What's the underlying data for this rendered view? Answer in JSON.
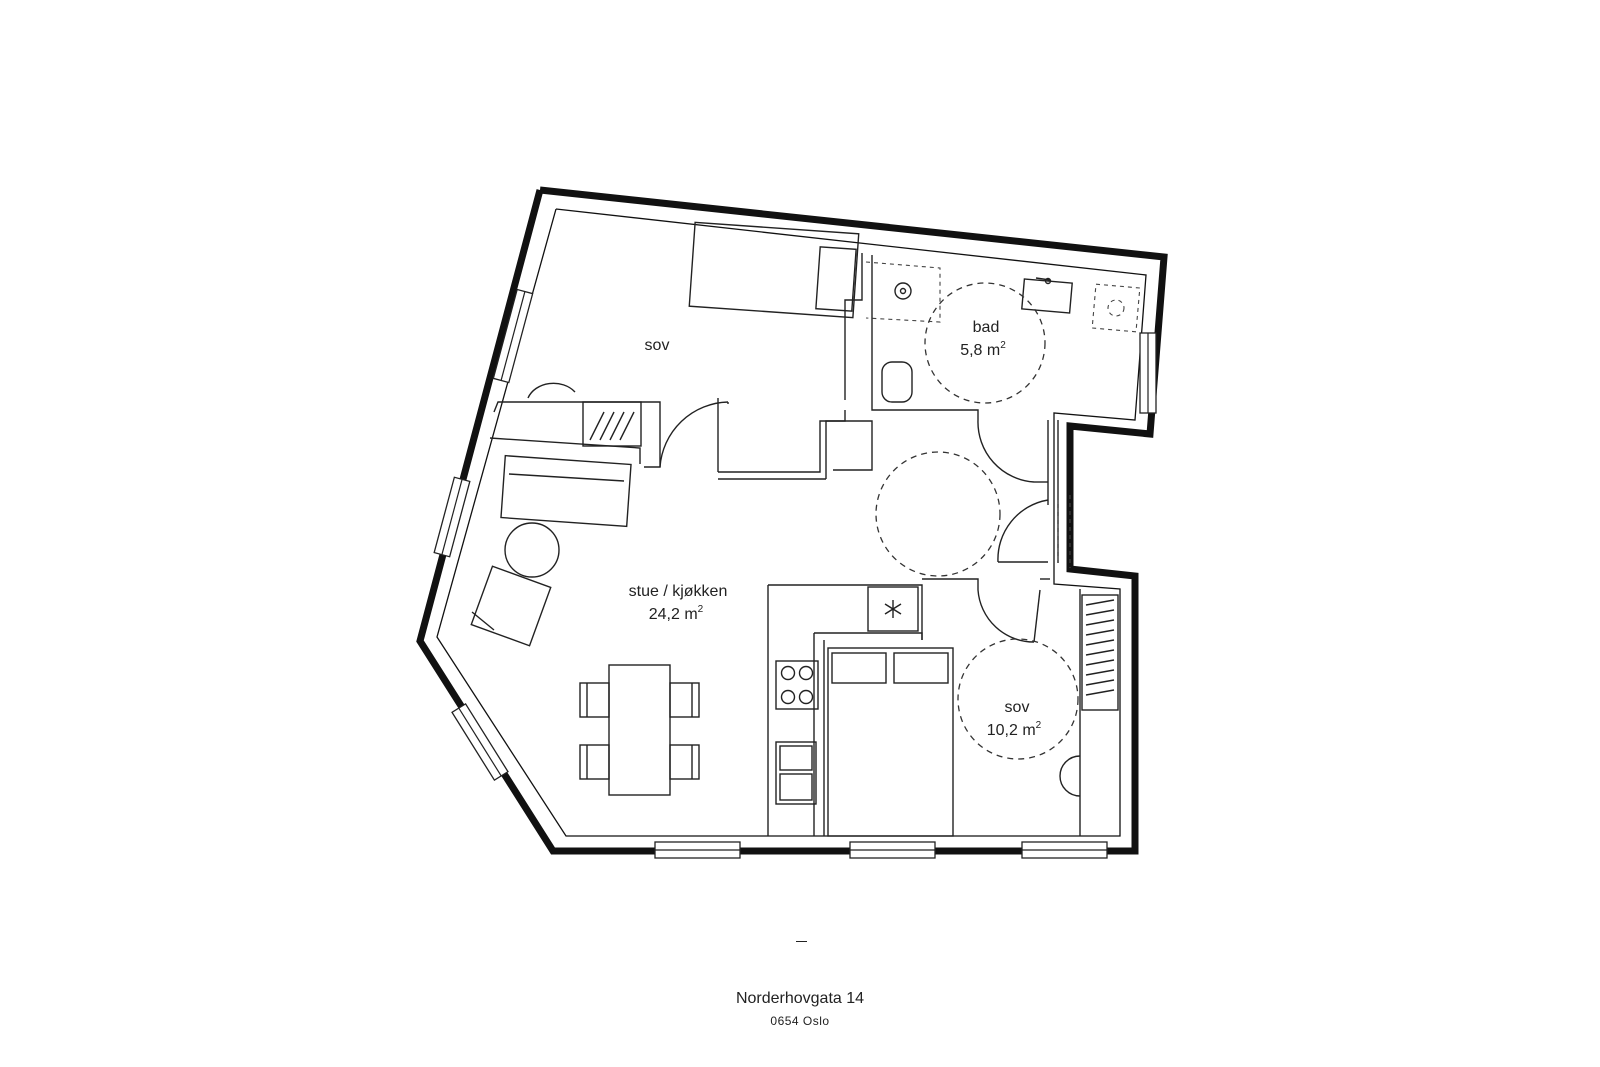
{
  "rooms": {
    "bedroom_large": {
      "label": "sov"
    },
    "bathroom": {
      "label": "bad",
      "area": "5,8 m",
      "area_unit_sup": "2"
    },
    "living_kitchen": {
      "label": "stue / kjøkken",
      "area": "24,2 m",
      "area_unit_sup": "2"
    },
    "bedroom_small": {
      "label": "sov",
      "area": "10,2 m",
      "area_unit_sup": "2"
    }
  },
  "footer": {
    "street": "Norderhovgata 14",
    "city": "0654 Oslo"
  },
  "colors": {
    "line": "#111111",
    "background": "#ffffff"
  }
}
